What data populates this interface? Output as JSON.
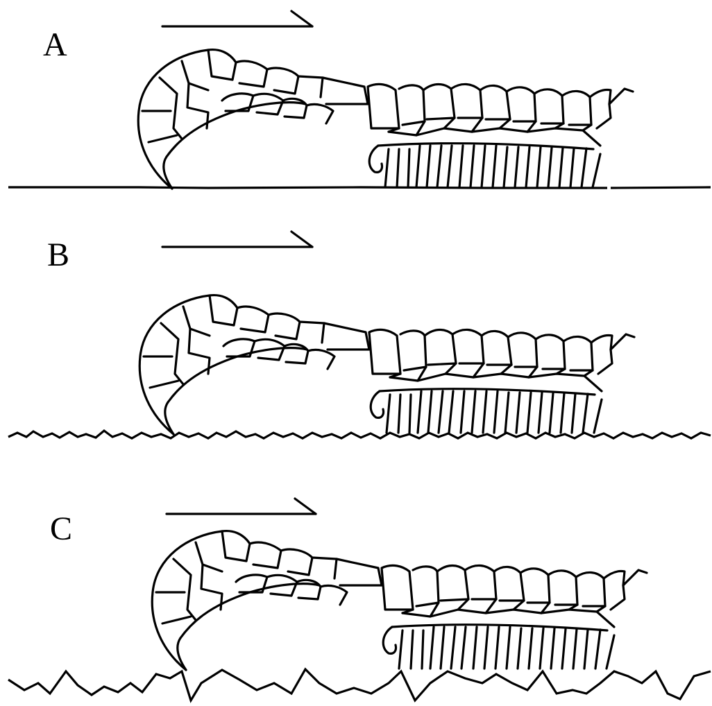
{
  "figure": {
    "panels": [
      {
        "label": "A",
        "substrate": "smooth"
      },
      {
        "label": "B",
        "substrate": "slightly-rough"
      },
      {
        "label": "C",
        "substrate": "very-rough"
      }
    ],
    "ink_color": "#000000",
    "background_color": "#ffffff"
  }
}
